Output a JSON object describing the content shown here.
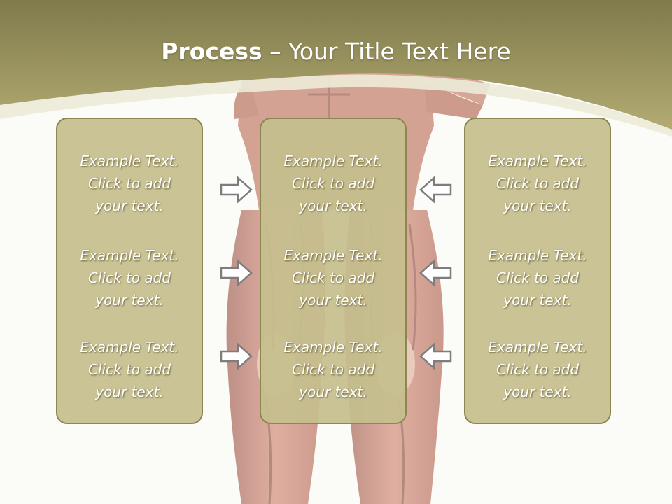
{
  "slide": {
    "title_bold": "Process",
    "title_rest": " – Your Title Text Here"
  },
  "panels": {
    "left": [
      {
        "line1": "Example Text.",
        "line2": "Click  to add",
        "line3": "your text."
      },
      {
        "line1": "Example Text.",
        "line2": "Click  to add",
        "line3": "your text."
      },
      {
        "line1": "Example Text.",
        "line2": "Click  to add",
        "line3": "your text."
      }
    ],
    "center": [
      {
        "line1": "Example Text.",
        "line2": "Click  to add",
        "line3": "your text."
      },
      {
        "line1": "Example Text.",
        "line2": "Click  to add",
        "line3": "your text."
      },
      {
        "line1": "Example Text.",
        "line2": "Click  to add",
        "line3": "your text."
      }
    ],
    "right": [
      {
        "line1": "Example Text.",
        "line2": "Click  to add",
        "line3": "your text."
      },
      {
        "line1": "Example Text.",
        "line2": "Click  to add",
        "line3": "your text."
      },
      {
        "line1": "Example Text.",
        "line2": "Click  to add",
        "line3": "your text."
      }
    ]
  },
  "arrows": {
    "left_to_center": [
      "arrow-right-icon",
      "arrow-right-icon",
      "arrow-right-icon"
    ],
    "right_to_center": [
      "arrow-left-icon",
      "arrow-left-icon",
      "arrow-left-icon"
    ]
  },
  "colors": {
    "header_band": "#a8a066",
    "panel_fill": "#c5be8e",
    "panel_border": "#8d8652",
    "muscle": "#b65a40"
  }
}
